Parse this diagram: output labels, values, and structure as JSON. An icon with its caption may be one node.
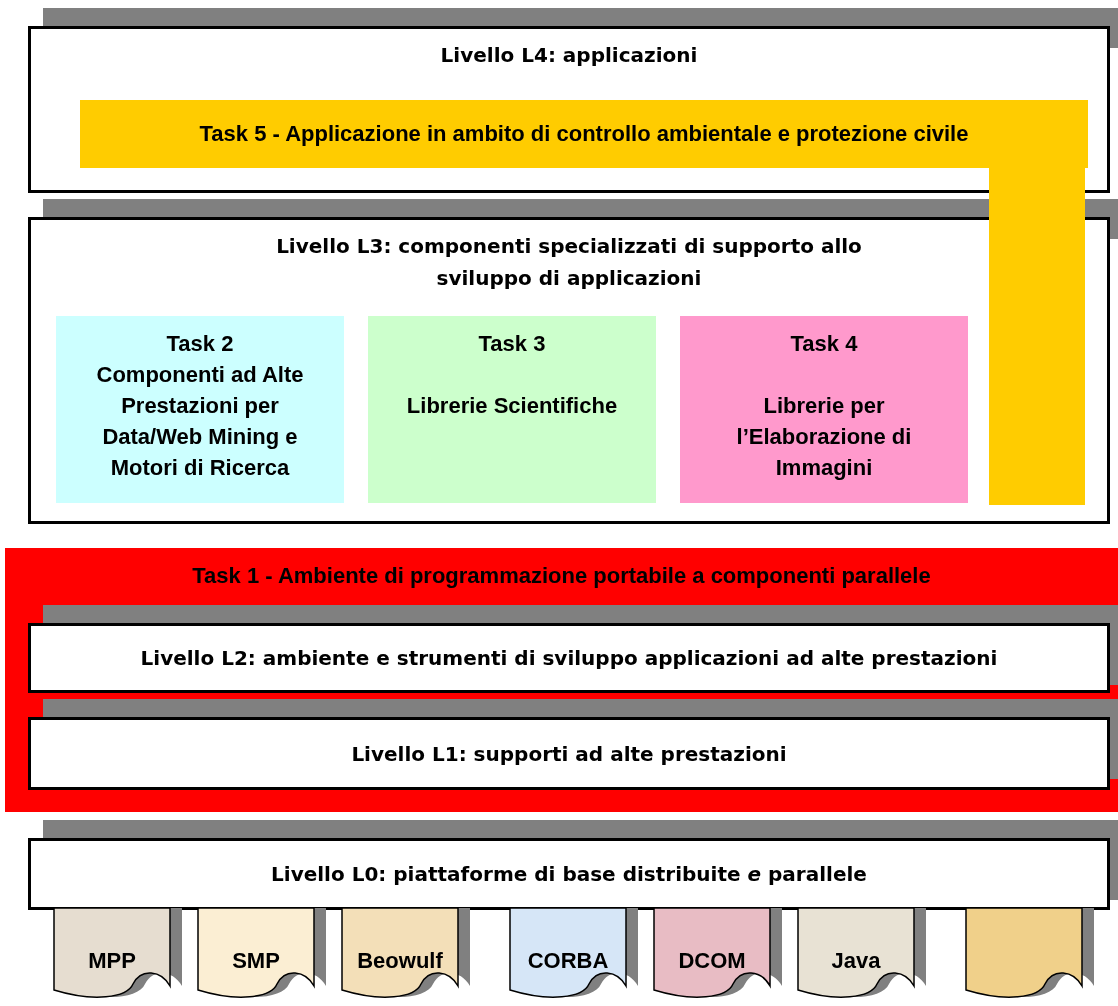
{
  "diagram": {
    "nodes": [
      {
        "text": [
          "Livello L4: applicazioni"
        ]
      },
      {
        "text": [
          "Task 5 - Applicazione in ambito di controllo ambientale e protezione civile"
        ],
        "in": 0
      },
      {
        "text": [],
        "shape": "bar"
      },
      {
        "text": [
          "Livello L3: componenti specializzati di supporto allo sviluppo di applicazioni"
        ]
      },
      {
        "text": [
          "Task 2",
          "Componenti ad Alte Prestazioni per Data/Web Mining e Motori di Ricerca"
        ],
        "in": 3
      },
      {
        "text": [
          "Task 3",
          "Librerie Scientifiche"
        ],
        "in": 3
      },
      {
        "text": [
          "Task 4",
          "Librerie per l’Elaborazione di Immagini"
        ],
        "in": 3
      },
      {
        "text": [
          "Task 1 - Ambiente di programmazione portabile a componenti parallele"
        ]
      },
      {
        "text": [
          "Livello L2: ambiente e strumenti di sviluppo applicazioni ad alte prestazioni"
        ],
        "in": 7
      },
      {
        "text": [
          "Livello L1: supporti ad alte prestazioni"
        ],
        "in": 7
      },
      {
        "text": [
          "Livello L0: piattaforme di base distribuite *e* parallele"
        ]
      },
      {
        "text": [
          "MPP"
        ]
      },
      {
        "text": [
          "SMP"
        ]
      },
      {
        "text": [
          "Beowulf"
        ]
      },
      {
        "text": [
          "CORBA"
        ]
      },
      {
        "text": [
          "DCOM"
        ]
      },
      {
        "text": [
          "Java"
        ]
      },
      {
        "text": [],
        "shape": "box"
      }
    ]
  }
}
